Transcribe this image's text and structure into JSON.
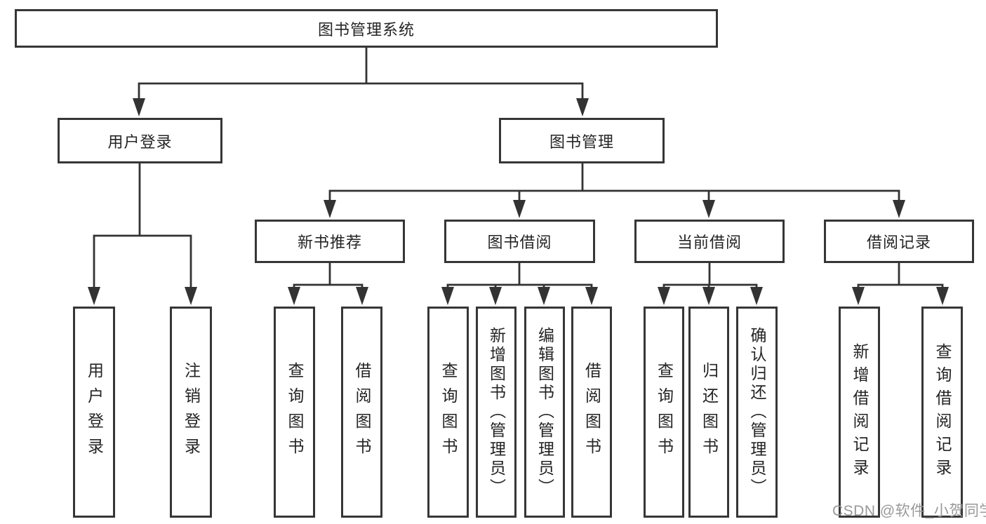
{
  "diagram_title": "图书管理系统",
  "nodes": {
    "root": "图书管理系统",
    "user_login": "用户登录",
    "book_management": "图书管理",
    "new_book_recommend": "新书推荐",
    "book_borrow": "图书借阅",
    "current_borrow": "当前借阅",
    "borrow_records": "借阅记录"
  },
  "leaves": {
    "user_login": [
      "用户登录",
      "注销登录"
    ],
    "new_book_recommend": [
      "查询图书",
      "借阅图书"
    ],
    "book_borrow": [
      "查询图书",
      "新增图书（管理员）",
      "编辑图书（管理员）",
      "借阅图书"
    ],
    "current_borrow": [
      "查询图书",
      "归还图书",
      "确认归还（管理员）"
    ],
    "borrow_records": [
      "新增借阅记录",
      "查询借阅记录"
    ]
  },
  "watermark": "CSDN @软件_小贺同学",
  "colors": {
    "line": "#333333",
    "border": "#363636",
    "text": "#242424",
    "watermark": "#949494",
    "background": "#ffffff"
  }
}
